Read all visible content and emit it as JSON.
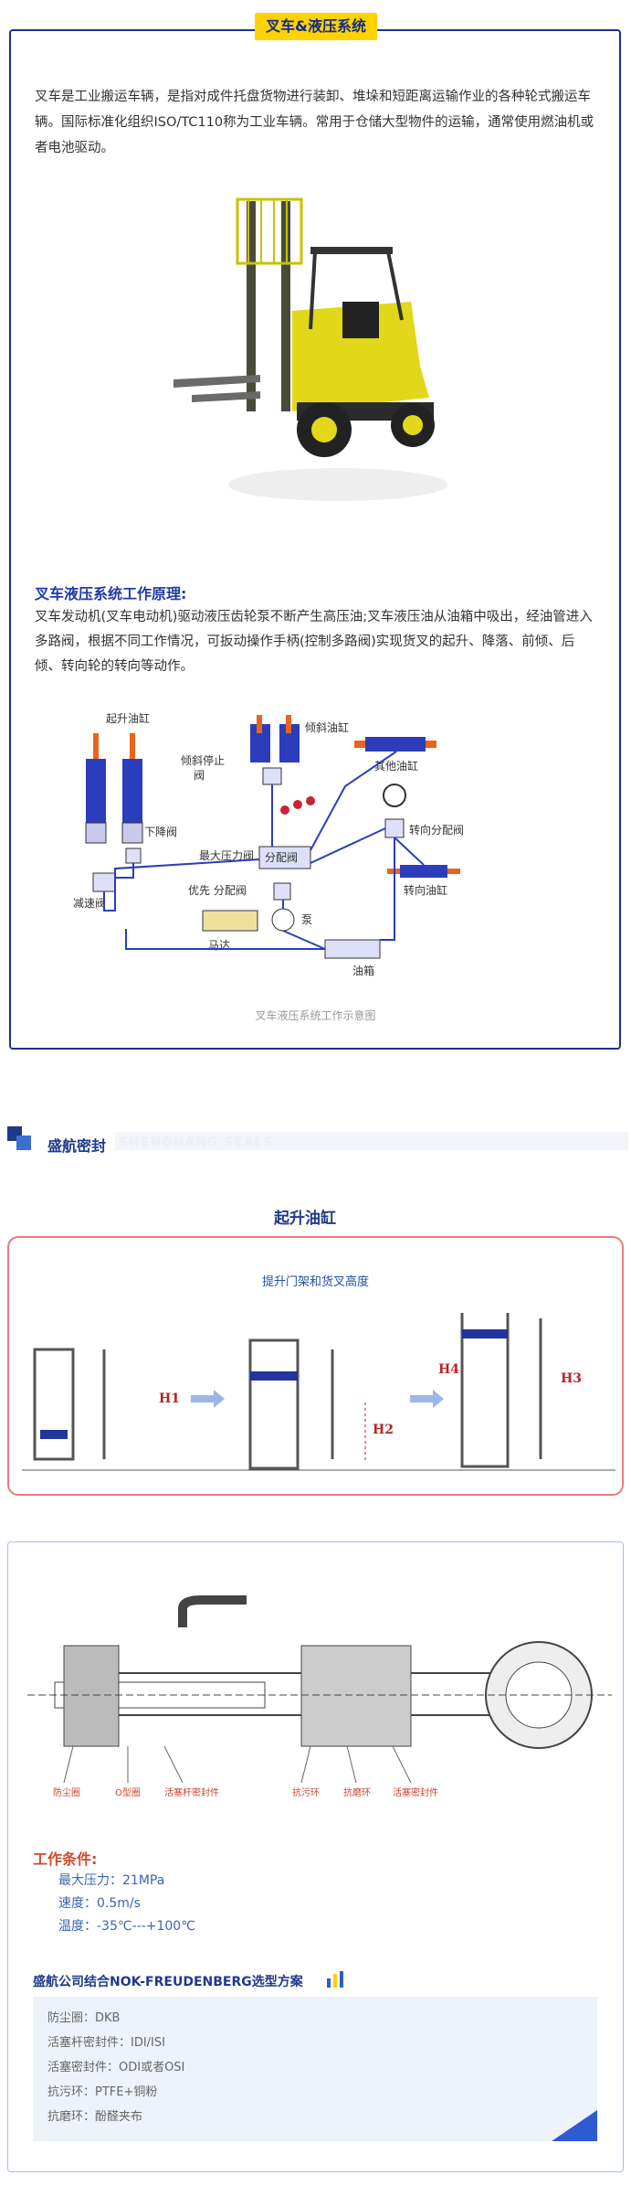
{
  "section1": {
    "badge": "叉车&液压系统",
    "intro": "叉车是工业搬运车辆，是指对成件托盘货物进行装卸、堆垛和短距离运输作业的各种轮式搬运车辆。国际标准化组织ISO/TC110称为工业车辆。常用于仓储大型物件的运输，通常使用燃油机或者电池驱动。",
    "principle_title": "叉车液压系统工作原理:",
    "principle_text": "叉车发动机(叉车电动机)驱动液压齿轮泵不断产生高压油;叉车液压油从油箱中吸出，经油管进入多路阀，根据不同工作情况，可扳动操作手柄(控制多路阀)实现货叉的起升、降落、前倾、后倾、转向轮的转向等动作。",
    "diagram_labels": {
      "lift_cyl": "起升油缸",
      "tilt_cyl": "倾斜油缸",
      "tilt_stop": "倾斜停止",
      "tilt_stop2": "阀",
      "other_cyl": "其他油缸",
      "lower_valve": "下降阀",
      "max_pressure": "最大压力阀",
      "dist_valve": "分配阀",
      "steer_dist": "转向分配阀",
      "slow_valve": "减速阀",
      "priority": "优先 分配阀",
      "pump": "泵",
      "steer_cyl": "转向油缸",
      "motor": "马达",
      "tank": "油箱"
    },
    "caption": "叉车液压系统工作示意图"
  },
  "brand": {
    "title": "盛航密封",
    "pinyin": "SHENGHANG SEALS"
  },
  "section2": {
    "title": "起升油缸",
    "subtitle": "提升门架和货叉高度",
    "labels": [
      "H1",
      "H2",
      "H4",
      "H3"
    ]
  },
  "section3": {
    "part_labels": [
      "防尘圈",
      "O型圈",
      "活塞杆密封件",
      "抗污环",
      "抗磨环",
      "活塞密封件"
    ],
    "conditions_title": "工作条件:",
    "conditions": [
      "最大压力：21MPa",
      "速度：0.5m/s",
      "温度：-35℃---+100℃"
    ],
    "scheme_title": "盛航公司结合NOK-FREUDENBERG选型方案",
    "scheme": [
      "防尘圈：DKB",
      "活塞杆密封件：IDI/ISI",
      "活塞密封件：ODI或者OSI",
      "抗污环：PTFE+铜粉",
      "抗磨环：酚醛夹布"
    ]
  },
  "colors": {
    "navy": "#1d2f8f",
    "yellow": "#ffd200",
    "orange": "#e8641e",
    "red": "#d24a2c"
  }
}
